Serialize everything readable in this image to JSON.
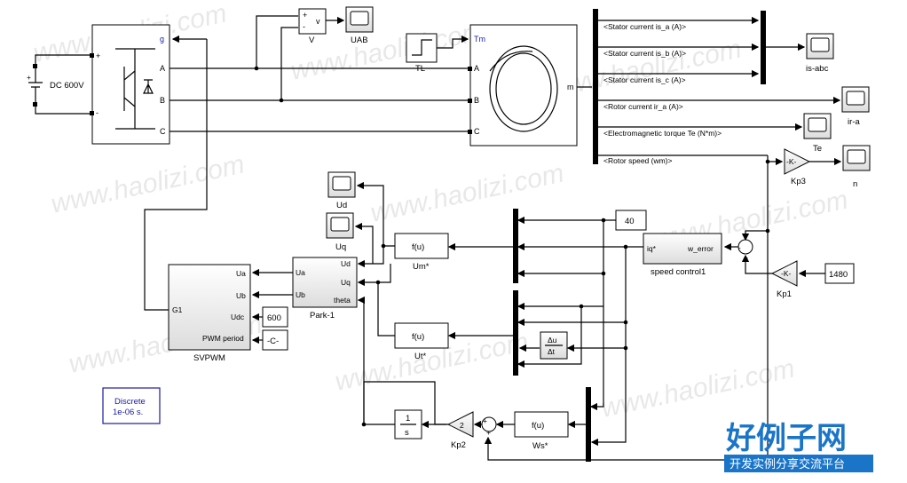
{
  "blocks": {
    "dc_source": "DC  600V",
    "inverter_ports": {
      "g": "g",
      "a": "A",
      "b": "B",
      "c": "C",
      "plus": "+",
      "minus": "-"
    },
    "voltmeter": {
      "label": "V",
      "plus": "+",
      "minus": "-",
      "out": "v"
    },
    "scope_uab": "UAB",
    "step_tl": "TL",
    "machine_ports": {
      "tm": "Tm",
      "a": "A",
      "b": "B",
      "c": "C",
      "m": "m"
    },
    "bus_signals": [
      "<Stator current is_a (A)>",
      "<Stator current is_b (A)>",
      "<Stator current is_c (A)>",
      "<Rotor current ir_a (A)>",
      "<Electromagnetic torque Te (N*m)>",
      "<Rotor speed (wm)>"
    ],
    "scope_isabc": "is-abc",
    "scope_ira": "ir-a",
    "scope_te": "Te",
    "scope_n": "n",
    "gain_kp3": {
      "sym": "-K-",
      "label": "Kp3"
    },
    "gain_kp1": {
      "sym": "-K-",
      "label": "Kp1"
    },
    "const_1480": "1480",
    "const_40": "40",
    "speed_ctrl": {
      "in": "iq*",
      "out": "w_error",
      "label": "speed control1"
    },
    "scope_ud": "Ud",
    "scope_uq": "Uq",
    "fcn_um": {
      "sym": "f(u)",
      "label": "Um*"
    },
    "fcn_ut": {
      "sym": "f(u)",
      "label": "Ut*"
    },
    "fcn_ws": {
      "sym": "f(u)",
      "label": "Ws*"
    },
    "deriv_num": "Δu",
    "deriv_den": "Δt",
    "park": {
      "label": "Park-1",
      "ua": "Ua",
      "ub": "Ub",
      "ud": "Ud",
      "uq": "Uq",
      "theta": "theta"
    },
    "svpwm": {
      "label": "SVPWM",
      "g1": "G1",
      "ua": "Ua",
      "ub": "Ub",
      "udc": "Udc",
      "pwm": "PWM period"
    },
    "const_600": "600",
    "const_c": "-C-",
    "integrator_num": "1",
    "integrator_den": "s",
    "gain_kp2": {
      "sym": "2",
      "label": "Kp2"
    },
    "sum_plus": "+",
    "sum_minus": "-",
    "powergui": {
      "line1": "Discrete",
      "line2": "1e-06 s."
    }
  },
  "watermark": "www.haolizi.com",
  "brand": {
    "title": "好例子网",
    "subtitle": "开发实例分享交流平台"
  },
  "colors": {
    "brand_blue": "#1a75c8",
    "powergui_blue": "#1a1aa0",
    "block_fill": "#f2f2f2"
  }
}
